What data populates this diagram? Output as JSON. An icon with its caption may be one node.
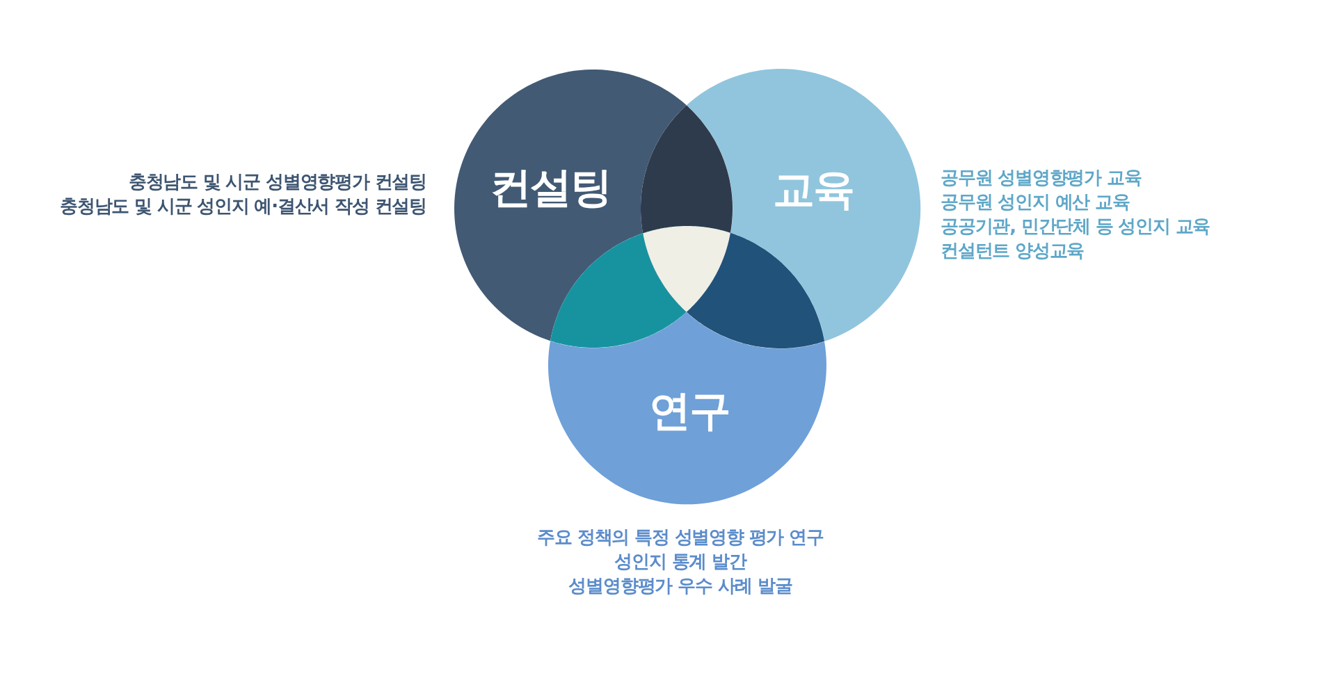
{
  "diagram": {
    "nodes": [
      {
        "text": [
          "컨설팅"
        ],
        "beside": [
          "충청남도 및 시군 성별영향평가 컨설팅",
          "충청남도 및 시군 성인지 예·결산서 작성 컨설팅"
        ]
      },
      {
        "text": [
          "교육"
        ],
        "beside": [
          "공무원 성별영향평가 교육",
          "공무원 성인지 예산 교육",
          "공공기관, 민간단체 등 성인지 교육",
          "컨설턴트 양성교육"
        ]
      },
      {
        "text": [
          "연구"
        ],
        "beside": [
          "주요 정책의 특정 성별영향 평가 연구",
          "성인지 통계 발간",
          "성별영향평가 우수 사례 발굴"
        ]
      }
    ]
  }
}
